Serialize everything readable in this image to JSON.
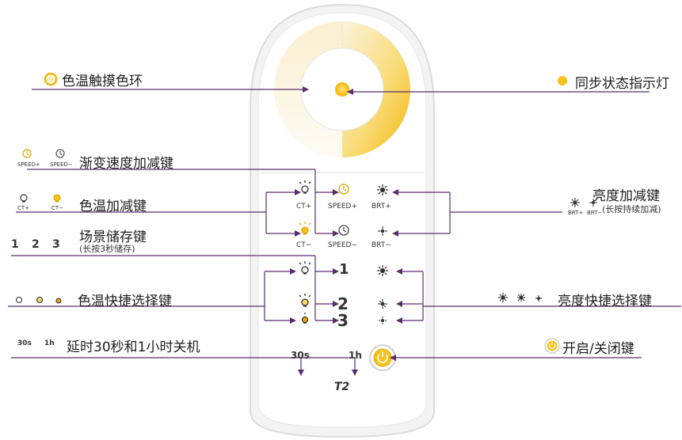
{
  "labels": {
    "ring": "色温触摸色环",
    "sync": "同步状态指示灯",
    "speed": "渐变速度加减键",
    "ct": "色温加减键",
    "scene": "场景储存键",
    "scene_note": "(长按3秒储存)",
    "ct_quick": "色温快捷选择键",
    "brt": "亮度加减键",
    "brt_note": "(长按持续加减)",
    "brt_quick": "亮度快捷选择键",
    "power": "开启/关闭键",
    "timer": "延时30秒和1小时关机"
  },
  "icon_legend": {
    "speed_plus": "SPEED+",
    "speed_minus": "SPEED−",
    "ct_plus": "CT+",
    "ct_minus": "CT−",
    "brt_plus": "BRT+",
    "brt_minus": "BRT−",
    "scene_1": "1",
    "scene_2": "2",
    "scene_3": "3",
    "timer_30s": "30s",
    "timer_1h": "1h"
  },
  "remote": {
    "ct_plus": "CT+",
    "ct_minus": "CT−",
    "speed_plus": "SPEED+",
    "speed_minus": "SPEED−",
    "brt_plus": "BRT+",
    "brt_minus": "BRT−",
    "scene_1": "1",
    "scene_2": "2",
    "scene_3": "3",
    "timer_30s": "30s",
    "timer_1h": "1h",
    "brand": "T2"
  },
  "colors": {
    "line": "#5b2d6e",
    "warm": "#f6c21b",
    "ring_light": "#fbf0d0"
  }
}
